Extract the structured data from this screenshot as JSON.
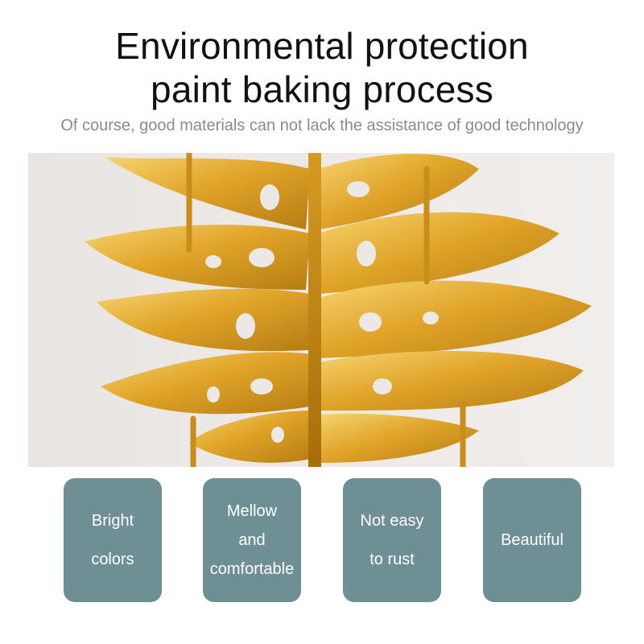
{
  "header": {
    "title_line1": "Environmental protection",
    "title_line2": "paint baking process",
    "subtitle": "Of course, good materials can not lack the assistance of good technology"
  },
  "photo": {
    "subject": "gold-metal-monstera-leaf-icon"
  },
  "features": [
    {
      "lines": [
        "Bright",
        "colors"
      ]
    },
    {
      "lines": [
        "Mellow",
        "and",
        "comfortable"
      ]
    },
    {
      "lines": [
        "Not easy",
        "to rust"
      ]
    },
    {
      "lines": [
        "Beautiful"
      ]
    }
  ],
  "colors": {
    "badge": "#6e8f93",
    "title": "#111111",
    "subtitle": "#8a8a8a",
    "photo_background": "#ece8e6",
    "gold": "#e0a82a"
  }
}
